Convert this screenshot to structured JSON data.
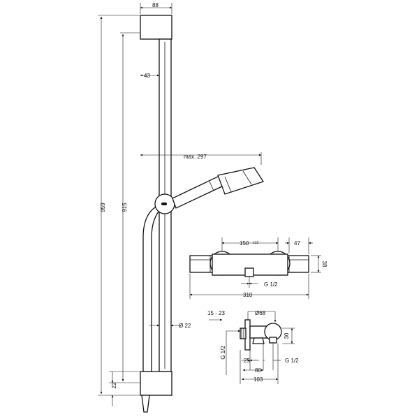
{
  "dimensions": {
    "bar_head_width": "88",
    "bar_head_offset": "43",
    "arm_reach": "max. 297",
    "total_height": "959",
    "rail_height": "915",
    "rail_diameter": "Ø 22",
    "foot_height": "22",
    "mixer_centers": "150",
    "mixer_centers_tol": "±12",
    "mixer_end_width": "47",
    "mixer_depth": "38",
    "mixer_outlet": "G 1/2",
    "mixer_length": "310",
    "valve_range": "15 - 23",
    "valve_rosette": "Ø68",
    "valve_height": "30",
    "valve_inlet_left": "G 1/2",
    "valve_outlet": "G 1/2",
    "valve_offset_25": "25",
    "valve_offset_80": "80",
    "valve_offset_103": "103"
  }
}
